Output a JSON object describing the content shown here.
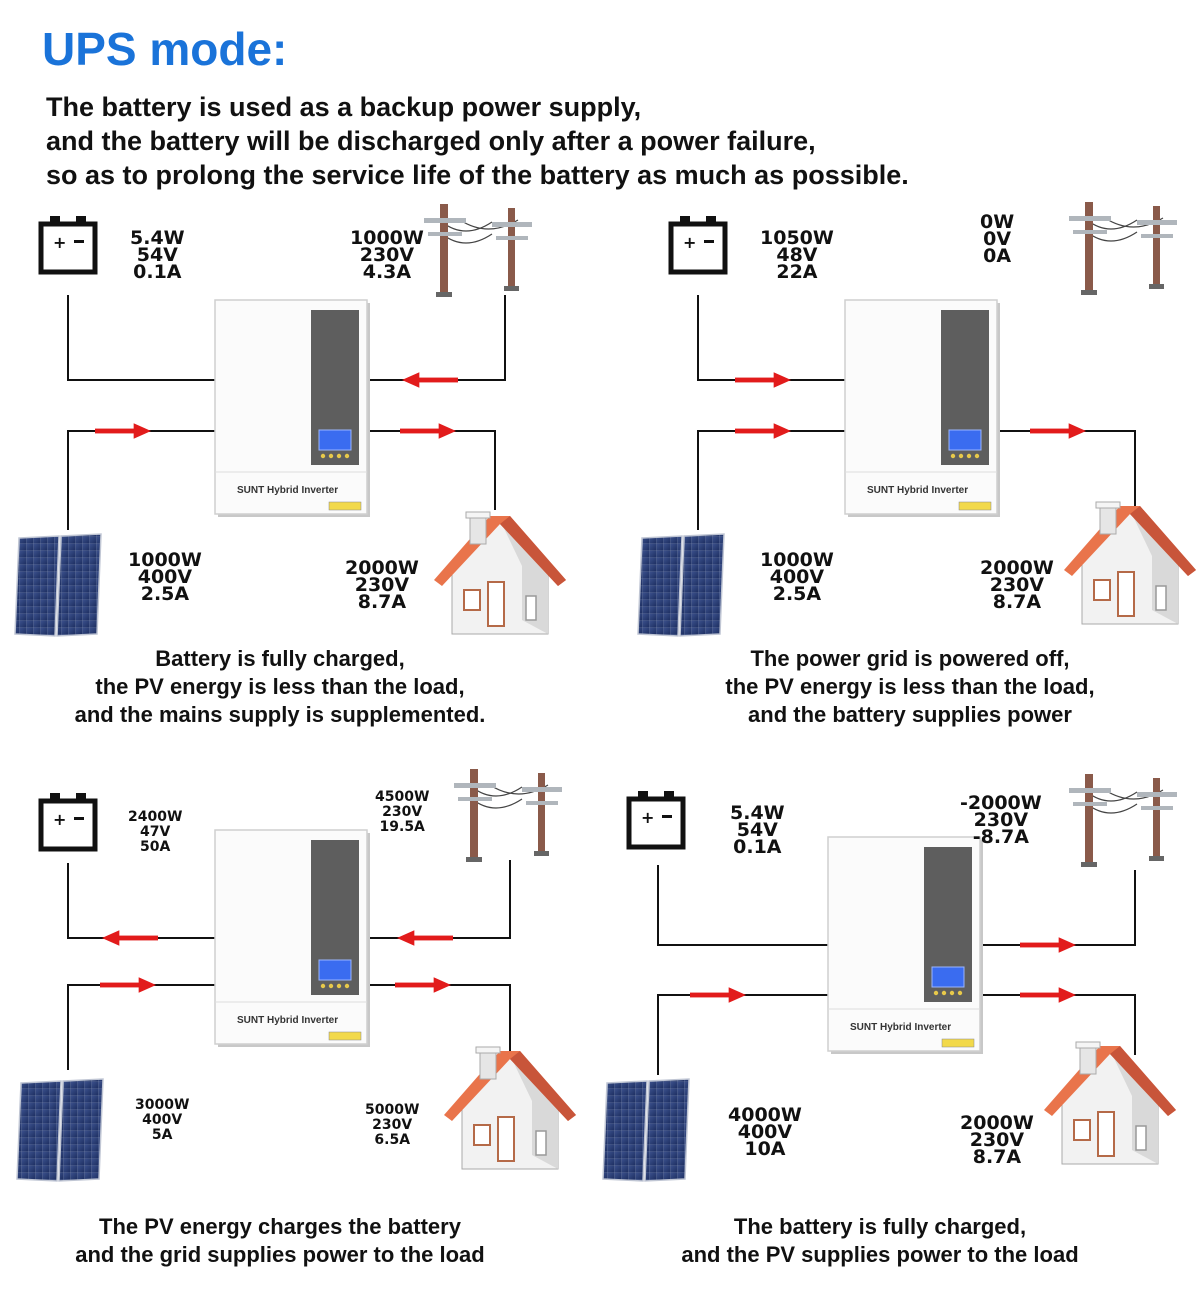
{
  "title": "UPS mode:",
  "intro": [
    "The battery is used as a backup power supply,",
    "and the battery will be discharged only after a power failure,",
    "so as to prolong the service life of the battery as much as possible."
  ],
  "brand": "SUNT Hybrid Inverter",
  "colors": {
    "title": "#1a73d9",
    "arrow": "#e21b1b",
    "wire": "#111111"
  },
  "scenarios": [
    {
      "battery": [
        "5.4W",
        "54V",
        "0.1A"
      ],
      "grid": [
        "1000W",
        "230V",
        "4.3A"
      ],
      "pv": [
        "1000W",
        "400V",
        "2.5A"
      ],
      "load": [
        "2000W",
        "230V",
        "8.7A"
      ],
      "caption": [
        "Battery is fully charged,",
        "the PV energy is less than the load,",
        "and the mains supply is supplemented."
      ]
    },
    {
      "battery": [
        "1050W",
        "48V",
        "22A"
      ],
      "grid": [
        "0W",
        "0V",
        "0A"
      ],
      "pv": [
        "1000W",
        "400V",
        "2.5A"
      ],
      "load": [
        "2000W",
        "230V",
        "8.7A"
      ],
      "caption": [
        "The power grid is powered off,",
        "the PV energy is less than the load,",
        "and the battery supplies power"
      ]
    },
    {
      "battery": [
        "2400W",
        "47V",
        "50A"
      ],
      "grid": [
        "4500W",
        "230V",
        "19.5A"
      ],
      "pv": [
        "3000W",
        "400V",
        "5A"
      ],
      "load": [
        "5000W",
        "230V",
        "6.5A"
      ],
      "caption": [
        "The PV energy charges the battery",
        "and the grid supplies power to the load"
      ]
    },
    {
      "battery": [
        "5.4W",
        "54V",
        "0.1A"
      ],
      "grid": [
        "-2000W",
        "230V",
        "-8.7A"
      ],
      "pv": [
        "4000W",
        "400V",
        "10A"
      ],
      "load": [
        "2000W",
        "230V",
        "8.7A"
      ],
      "caption": [
        "The battery is fully charged,",
        "and the PV supplies power to the load"
      ]
    }
  ]
}
